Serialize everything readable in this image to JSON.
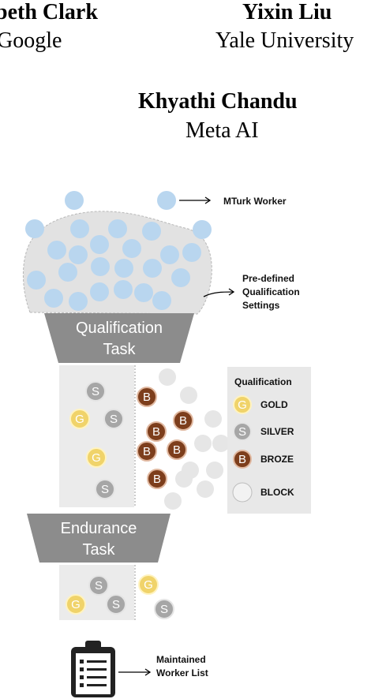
{
  "authors": [
    {
      "name": "beth Clark",
      "affiliation": "Google"
    },
    {
      "name": "Yixin Liu",
      "affiliation": "Yale University"
    },
    {
      "name": "Khyathi Chandu",
      "affiliation": "Meta AI"
    }
  ],
  "diagram": {
    "mturk_worker_label": "MTurk Worker",
    "qualification_settings_label": [
      "Pre-defined",
      "Qualification",
      "Settings"
    ],
    "qualification_task": [
      "Qualification",
      "Task"
    ],
    "endurance_task": [
      "Endurance",
      "Task"
    ],
    "maintained_list_label": [
      "Maintained",
      "Worker List"
    ],
    "colors": {
      "worker_blue": "#b9d6ef",
      "funnel_gray": "#8c8c8c",
      "gold": "#f0d36a",
      "silver": "#a6a6a6",
      "bronze": "#7d3e1c",
      "block": "#e6e6e6"
    },
    "legend": {
      "title": "Qualification",
      "items": [
        {
          "letter": "G",
          "label": "GOLD"
        },
        {
          "letter": "S",
          "label": "SILVER"
        },
        {
          "letter": "B",
          "label": "BROZE"
        },
        {
          "letter": "",
          "label": "BLOCK"
        }
      ]
    }
  },
  "coins": {
    "qualified_column": [
      "S",
      "G",
      "S",
      "G",
      "S"
    ],
    "filtered_out": [
      "B",
      "B",
      "B",
      "B",
      "B",
      "B"
    ],
    "endurance_column": [
      "S",
      "G",
      "S"
    ],
    "endurance_dropped": [
      "G",
      "S"
    ]
  }
}
